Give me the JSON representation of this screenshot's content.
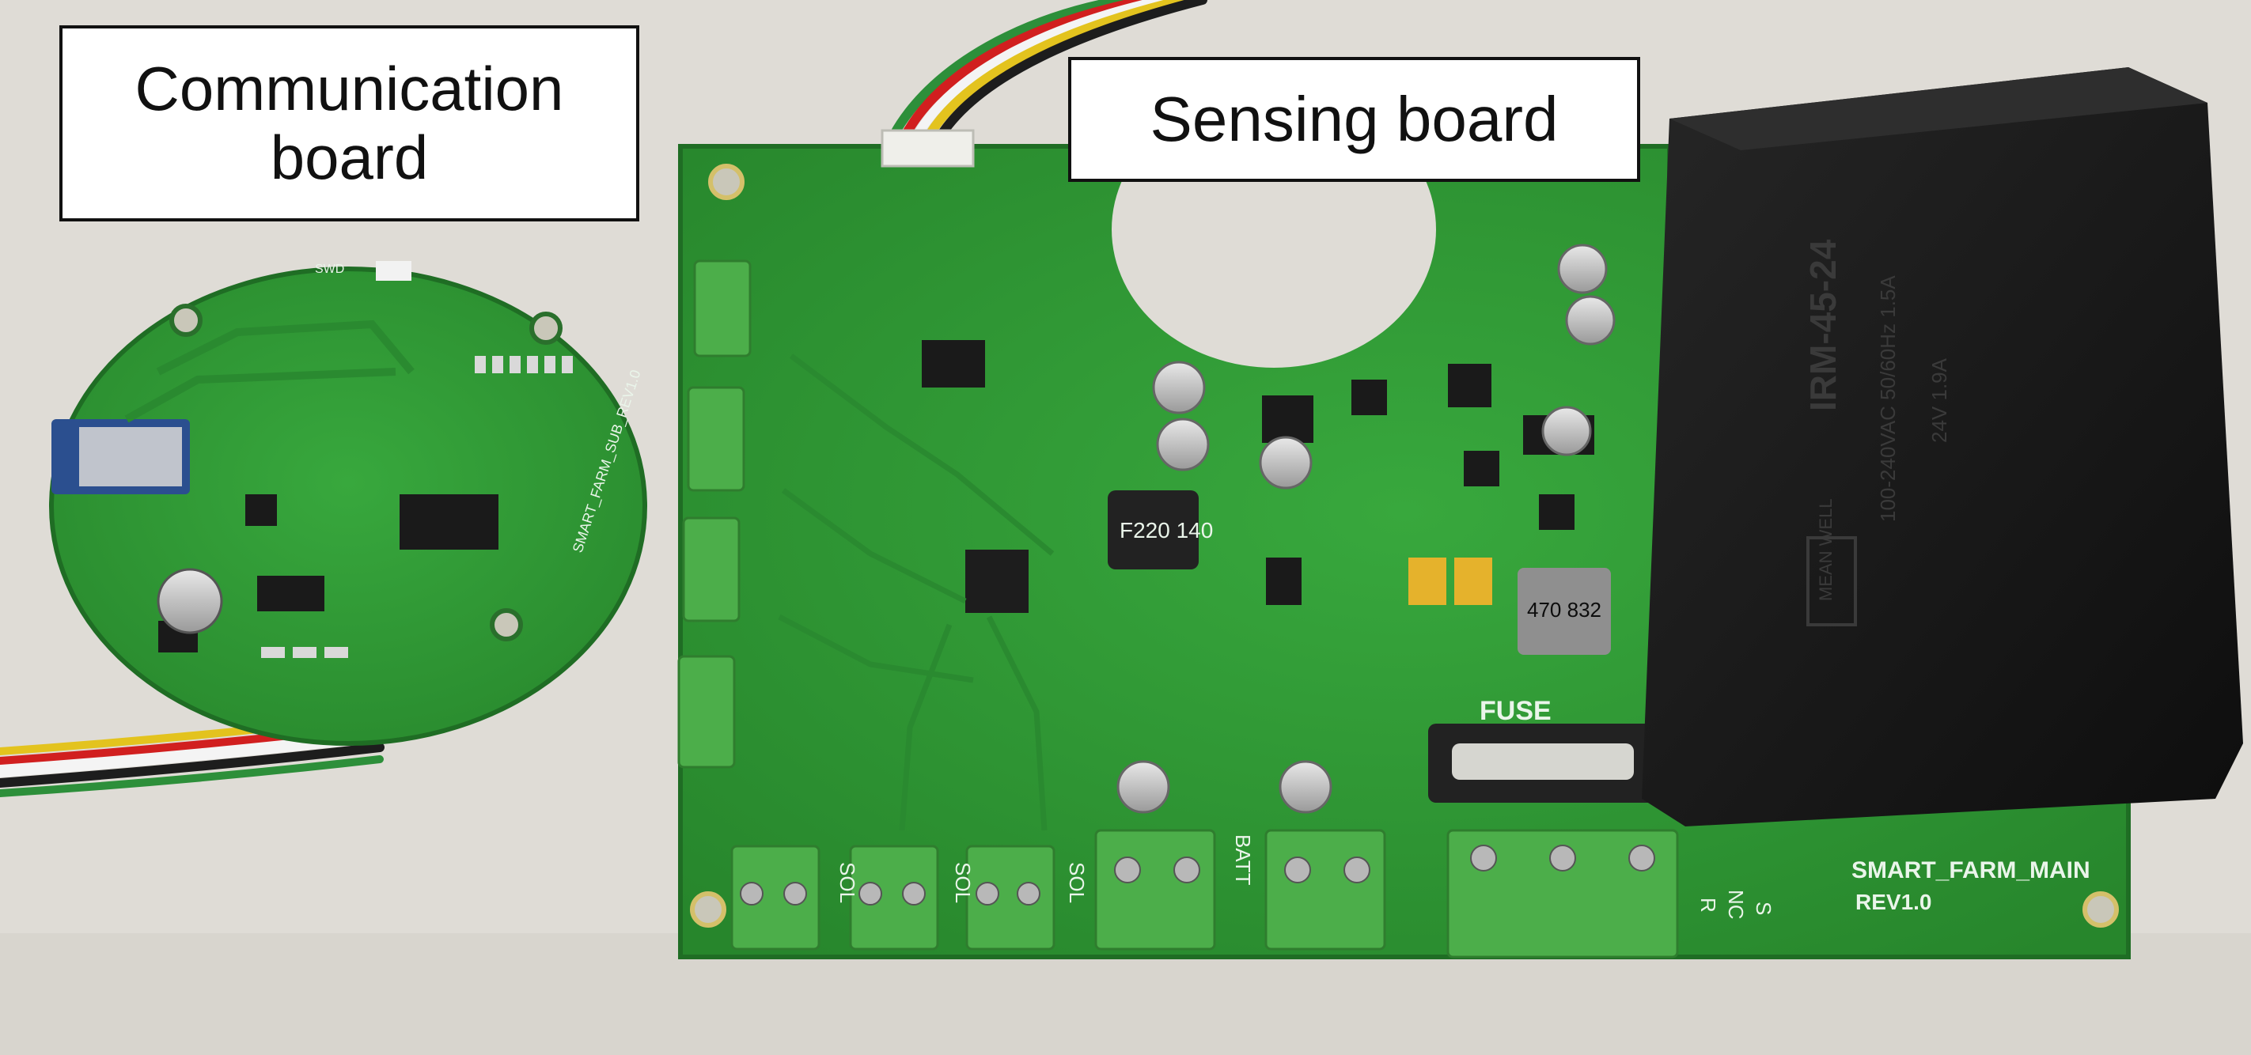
{
  "labels": {
    "communication_board": "Communication\nboard",
    "sensing_board": "Sensing board"
  },
  "board_silkscreen": {
    "main_name": "SMART_FARM_MAIN",
    "revision": "REV1.0",
    "fuse": "FUSE",
    "battery": "BATT",
    "solenoid_ports": [
      "SOL",
      "SOL",
      "SOL"
    ],
    "relay_pins": [
      "R",
      "NC",
      "S"
    ],
    "comm_name": "SMART_FARM_SUB_REV1.0",
    "swd": "SWD"
  },
  "power_supply": {
    "model": "IRM-45-24",
    "input": "100-240VAC 50/60Hz 1.5A",
    "output": "24V 1.9A",
    "brand": "MEAN WELL"
  },
  "inductor_marks": [
    "F220 140",
    "470 832"
  ],
  "colors": {
    "pcb_green": "#2f9a34",
    "terminal_green": "#4cae4a",
    "psu_black": "#141414",
    "background": "#dfdcd6"
  }
}
